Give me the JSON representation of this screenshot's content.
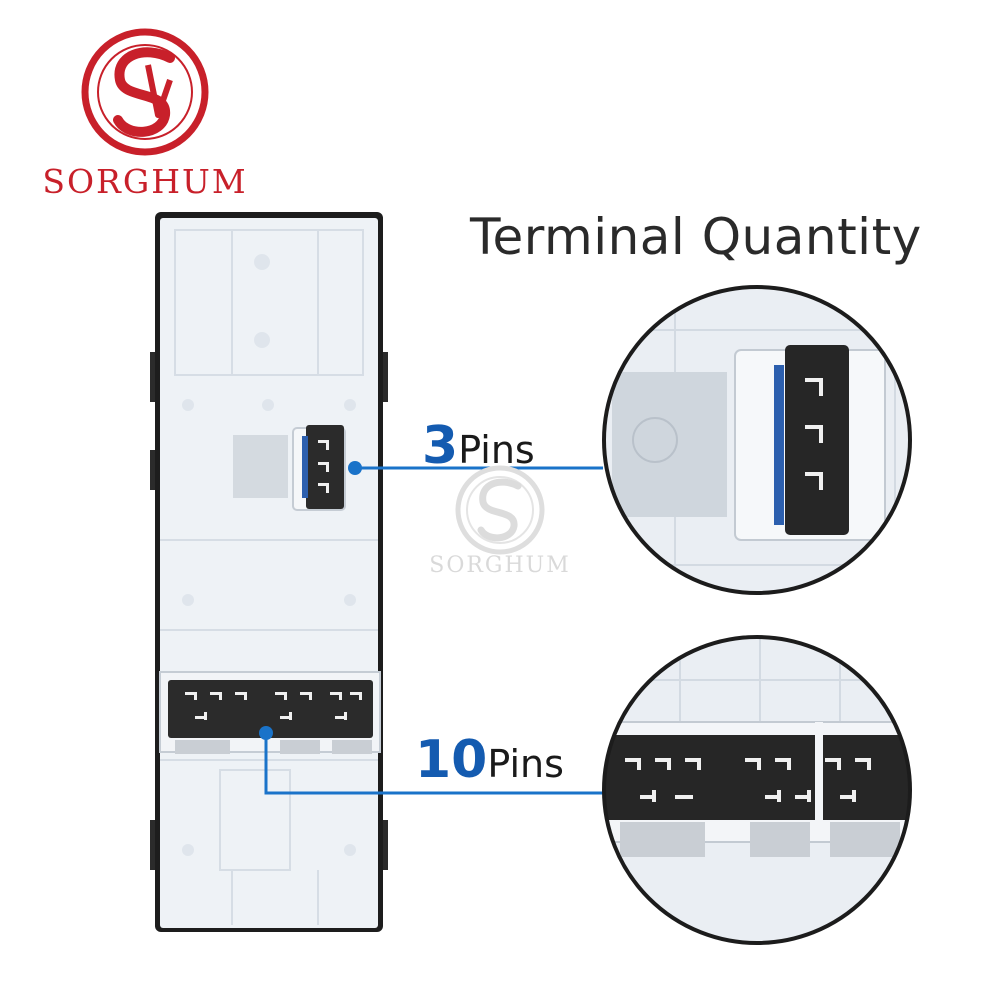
{
  "brand": {
    "name": "SORGHUM",
    "logo_color": "#c8202a"
  },
  "heading": "Terminal Quantity",
  "callouts": [
    {
      "count": "3",
      "unit": "Pins"
    },
    {
      "count": "10",
      "unit": "Pins"
    }
  ],
  "watermark": {
    "name": "SORGHUM"
  },
  "colors": {
    "accent": "#145bb0",
    "housing": "#eef2f6",
    "connector": "#2b2b2b"
  }
}
